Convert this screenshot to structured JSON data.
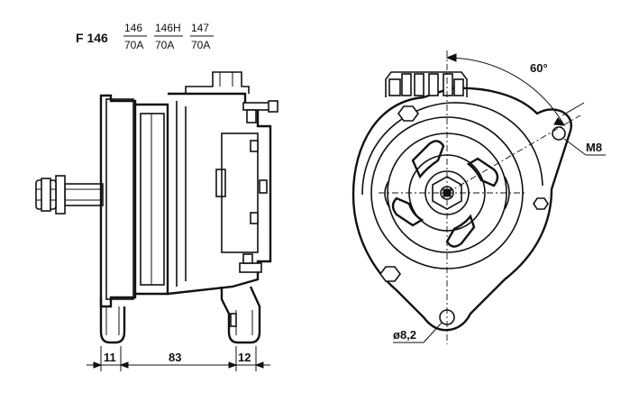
{
  "header": {
    "model": "F 146",
    "variants": [
      {
        "code": "146",
        "rating": "70A"
      },
      {
        "code": "146H",
        "rating": "70A"
      },
      {
        "code": "147",
        "rating": "70A"
      }
    ]
  },
  "dimensions": {
    "mount_foot_width": "11",
    "body_length": "83",
    "rear_foot_width": "12",
    "angle": "60°",
    "thread": "M8",
    "hole_diameter": "ø8,2"
  }
}
